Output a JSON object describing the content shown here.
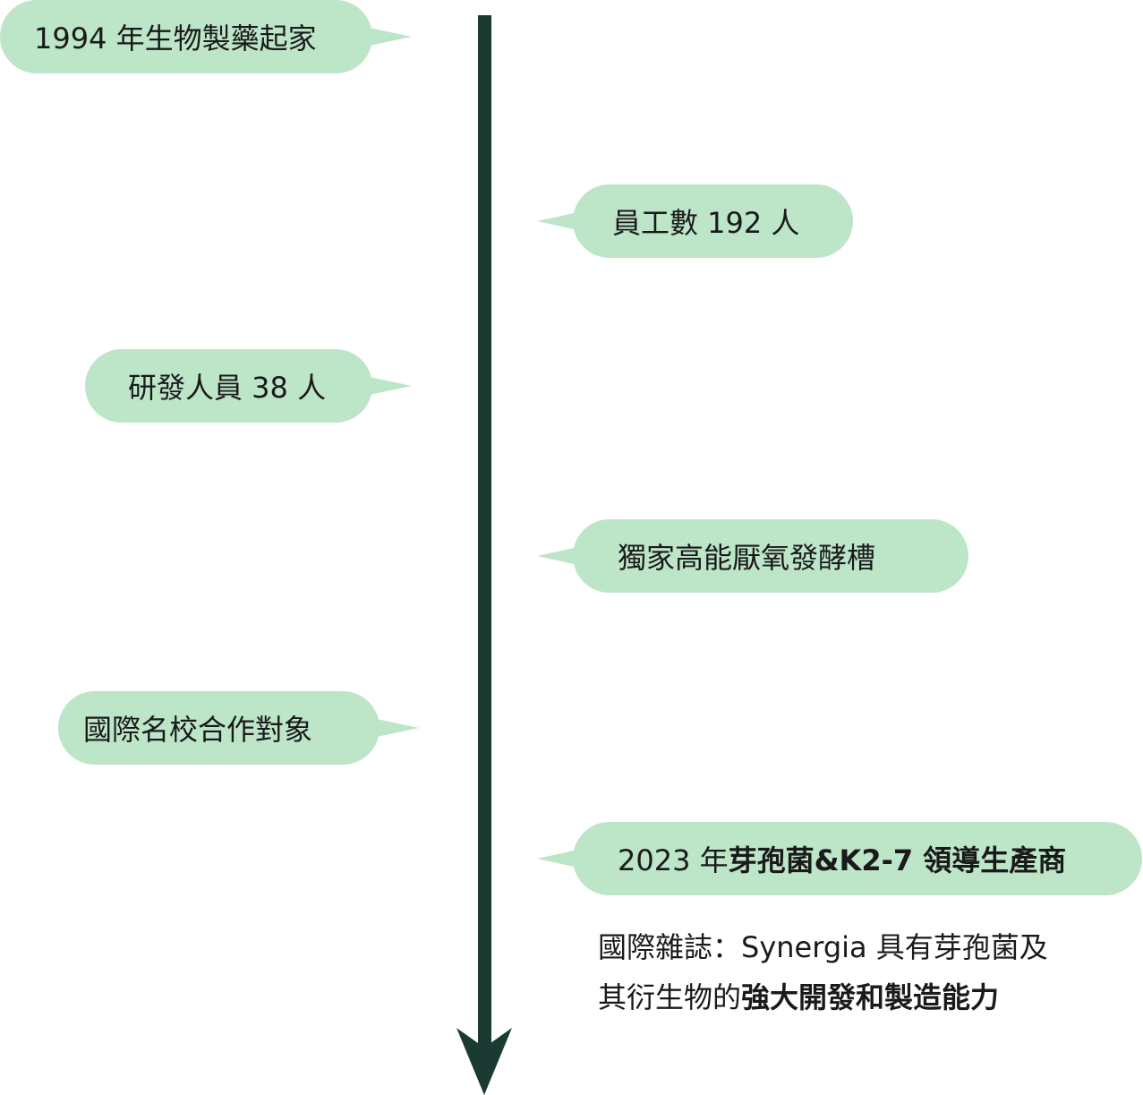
{
  "timeline": {
    "items": [
      {
        "text": "1994 年生物製藥起家"
      },
      {
        "text": "員工數 192 人"
      },
      {
        "text": "研發人員 38 人"
      },
      {
        "text": "獨家高能厭氧發酵槽"
      },
      {
        "text": "國際名校合作對象"
      },
      {
        "text_plain": "2023 年",
        "text_bold": "芽孢菌&K2-7 領導生產商"
      }
    ],
    "note": {
      "line1": "國際雜誌：Synergia 具有芽孢菌及",
      "line2_plain": "其衍生物的",
      "line2_bold": "強大開發和製造能力"
    }
  },
  "colors": {
    "line": "#1b3a32",
    "bubble": "#bde5c8",
    "text": "#1a1a1a"
  }
}
